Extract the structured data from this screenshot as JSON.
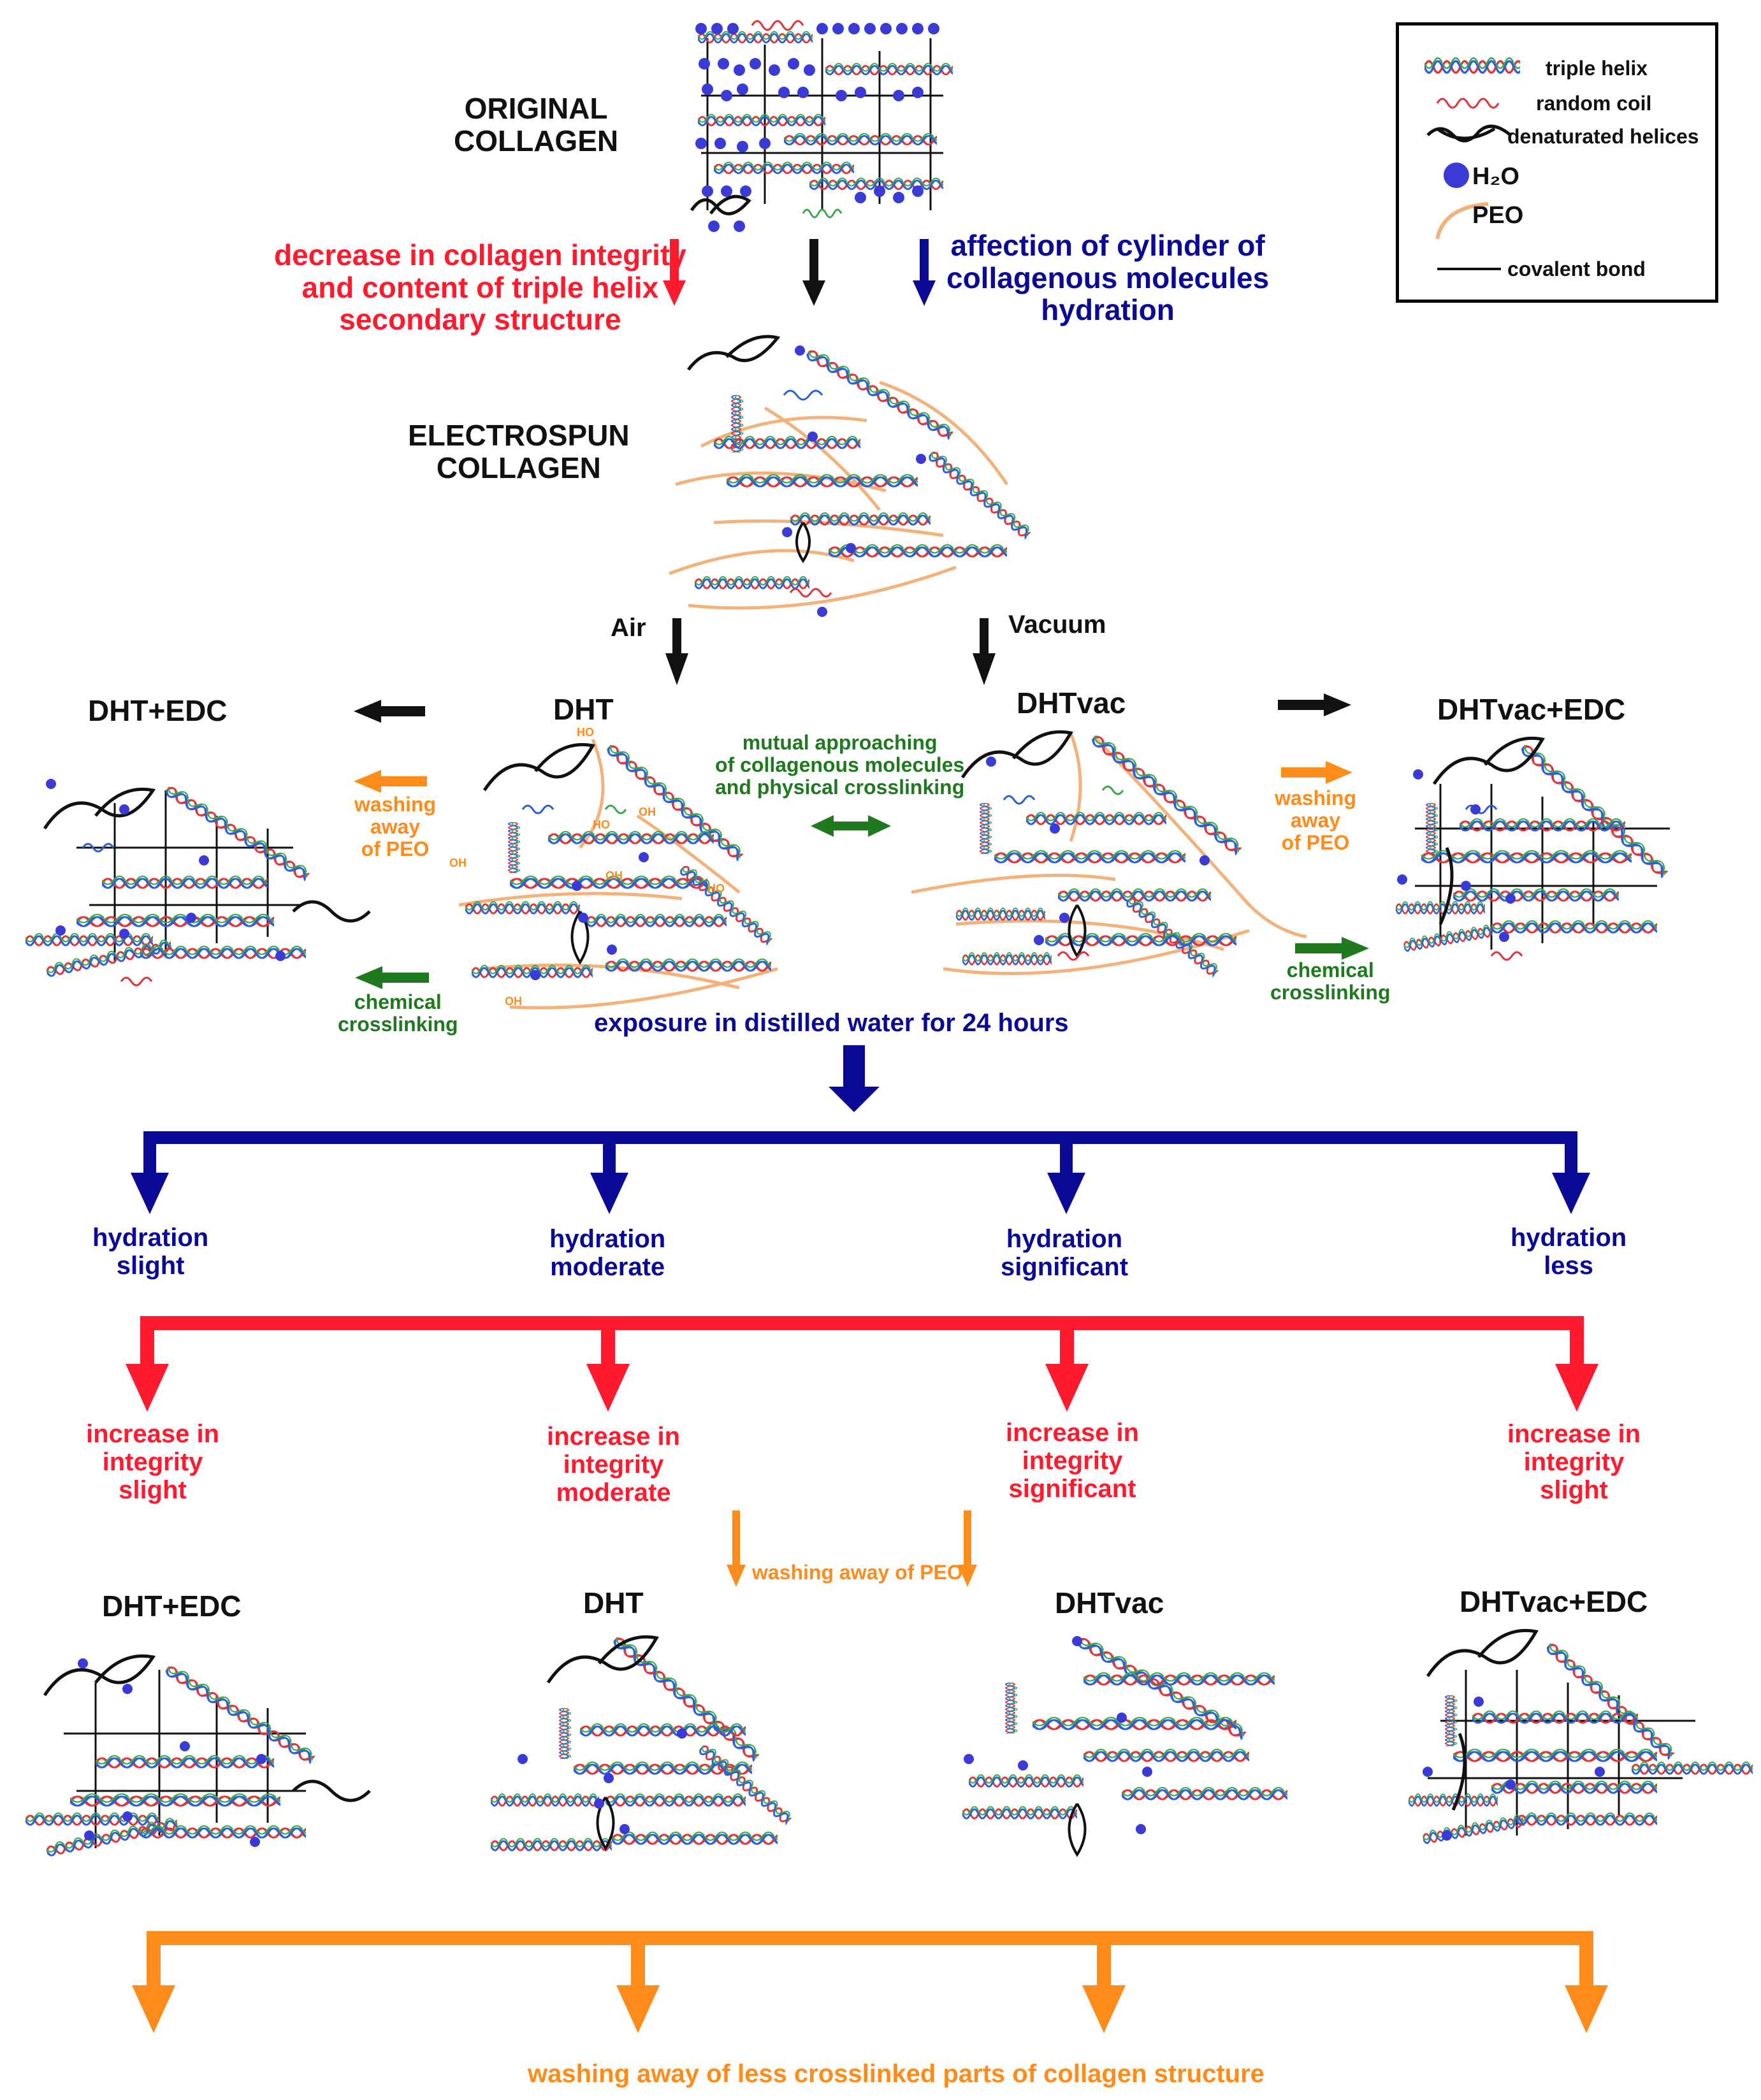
{
  "legend": {
    "triple_helix": "triple helix",
    "random_coil": "random coil",
    "denaturated_helices": "denaturated helices",
    "water": "H₂O",
    "peo": "PEO",
    "covalent_bond": "covalent bond"
  },
  "top": {
    "original_collagen": [
      "ORIGINAL",
      "COLLAGEN"
    ],
    "electrospun_collagen": [
      "ELECTROSPUN",
      "COLLAGEN"
    ],
    "integrity_note": [
      "decrease in collagen integrity",
      "and content of triple helix",
      "secondary structure"
    ],
    "hydration_note": [
      "affection of cylinder of",
      "collagenous molecules",
      "hydration"
    ],
    "air": "Air",
    "vacuum": "Vacuum"
  },
  "middle": {
    "dht_edc": "DHT+EDC",
    "dht": "DHT",
    "dhtvac": "DHTvac",
    "dhtvac_edc": "DHTvac+EDC",
    "washing_left": [
      "washing",
      "away",
      "of PEO"
    ],
    "washing_right": [
      "washing",
      "away",
      "of PEO"
    ],
    "chemical_left": [
      "chemical",
      "crosslinking"
    ],
    "chemical_right": [
      "chemical",
      "crosslinking"
    ],
    "mutual": [
      "mutual approaching",
      "of collagenous molecules",
      "and physical crosslinking"
    ],
    "oh_labels": [
      "HO",
      "OH",
      "HO",
      "OH",
      "OH",
      "HO",
      "OH"
    ],
    "exposure": "exposure in distilled water for 24 hours"
  },
  "hydration": [
    [
      "hydration",
      "slight"
    ],
    [
      "hydration",
      "moderate"
    ],
    [
      "hydration",
      "significant"
    ],
    [
      "hydration",
      "less"
    ]
  ],
  "integrity": [
    [
      "increase in",
      "integrity",
      "slight"
    ],
    [
      "increase in",
      "integrity",
      "moderate"
    ],
    [
      "increase in",
      "integrity",
      "significant"
    ],
    [
      "increase in",
      "integrity",
      "slight"
    ]
  ],
  "bottom": {
    "washing_peo": "washing away of PEO",
    "dht_edc": "DHT+EDC",
    "dht": "DHT",
    "dhtvac": "DHTvac",
    "dhtvac_edc": "DHTvac+EDC",
    "final": "washing away of less crosslinked parts of collagen structure"
  },
  "colors": {
    "red": "#ff1a2e",
    "blue": "#0a0a96",
    "green": "#1f7a1f",
    "orange": "#ff8c1a",
    "water_dot": "#3a3ad6",
    "peo": "#f4b27a"
  }
}
